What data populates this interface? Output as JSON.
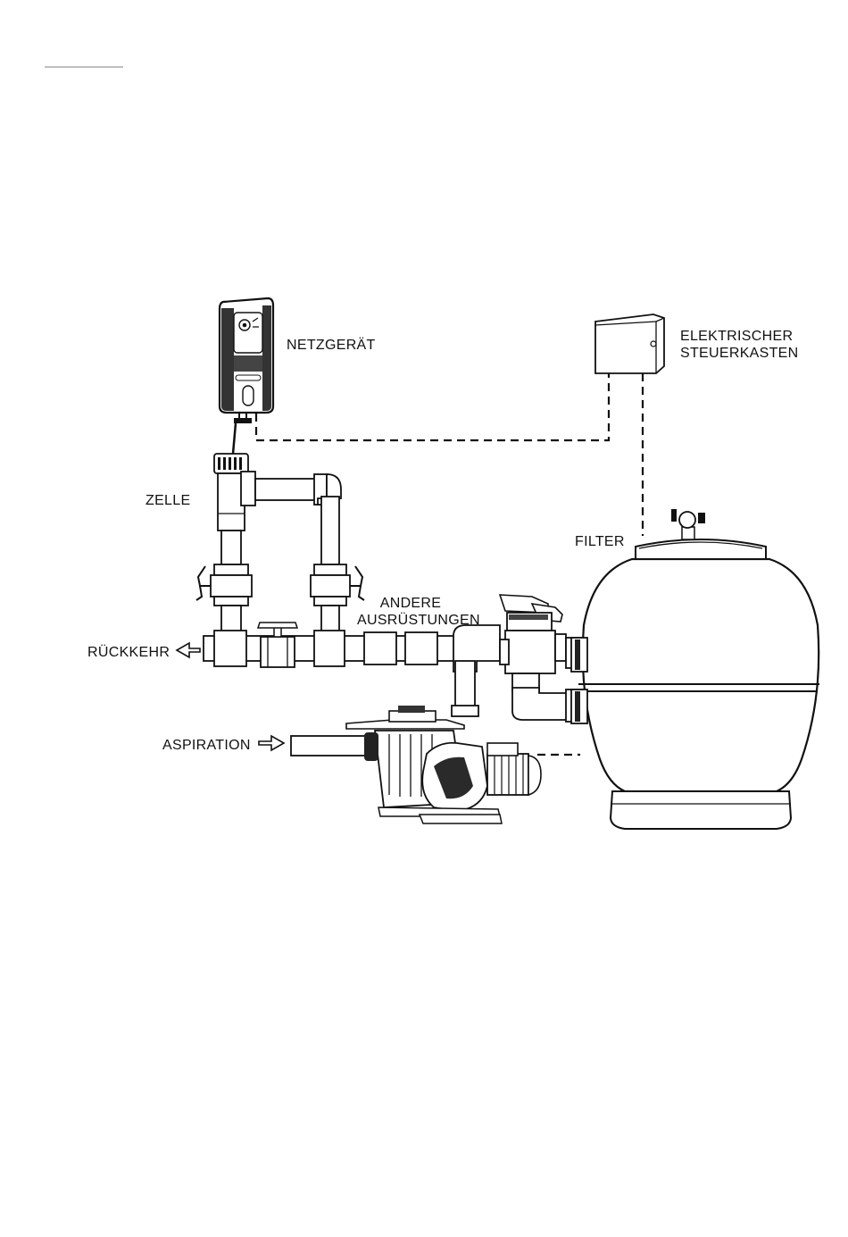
{
  "labels": {
    "power_supply": "NETZGERÄT",
    "control_box_line1": "ELEKTRISCHER",
    "control_box_line2": "STEUERKASTEN",
    "cell": "ZELLE",
    "filter": "FILTER",
    "other_equipment_line1": "ANDERE",
    "other_equipment_line2": "AUSRÜSTUNGEN",
    "return": "RÜCKKEHR",
    "suction": "ASPIRATION"
  }
}
